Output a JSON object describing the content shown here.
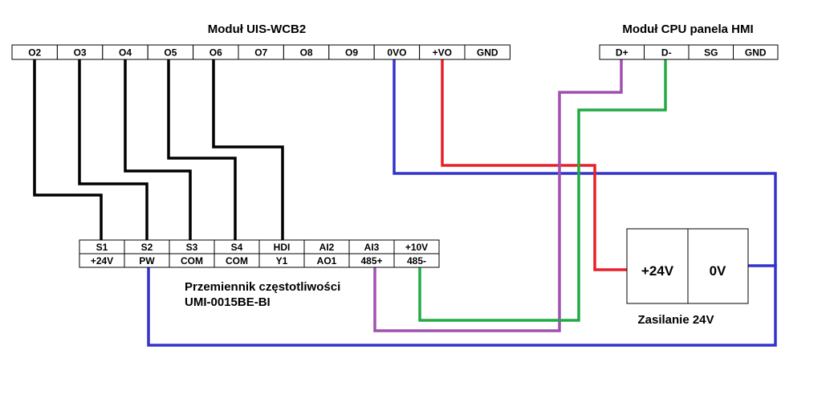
{
  "uis_module": {
    "title": "Moduł UIS-WCB2",
    "terminals": [
      "O2",
      "O3",
      "O4",
      "O5",
      "O6",
      "O7",
      "O8",
      "O9",
      "0VO",
      "+VO",
      "GND"
    ]
  },
  "hmi_module": {
    "title": "Moduł CPU panela HMI",
    "terminals": [
      "D+",
      "D-",
      "SG",
      "GND"
    ]
  },
  "inverter": {
    "title_line1": "Przemiennik częstotliwości",
    "title_line2": "UMI-0015BE-BI",
    "top_row": [
      "S1",
      "S2",
      "S3",
      "S4",
      "HDI",
      "AI2",
      "AI3",
      "+10V"
    ],
    "bottom_row": [
      "+24V",
      "PW",
      "COM",
      "COM",
      "Y1",
      "AO1",
      "485+",
      "485-"
    ]
  },
  "power_supply": {
    "caption": "Zasilanie 24V",
    "plus_label": "+24V",
    "zero_label": "0V"
  },
  "colors": {
    "signal_wire": "#000000",
    "zero_wire": "#3333cc",
    "plus_wire": "#e8202a",
    "rs485_plus_wire": "#a050b0",
    "rs485_minus_wire": "#22aa44"
  }
}
